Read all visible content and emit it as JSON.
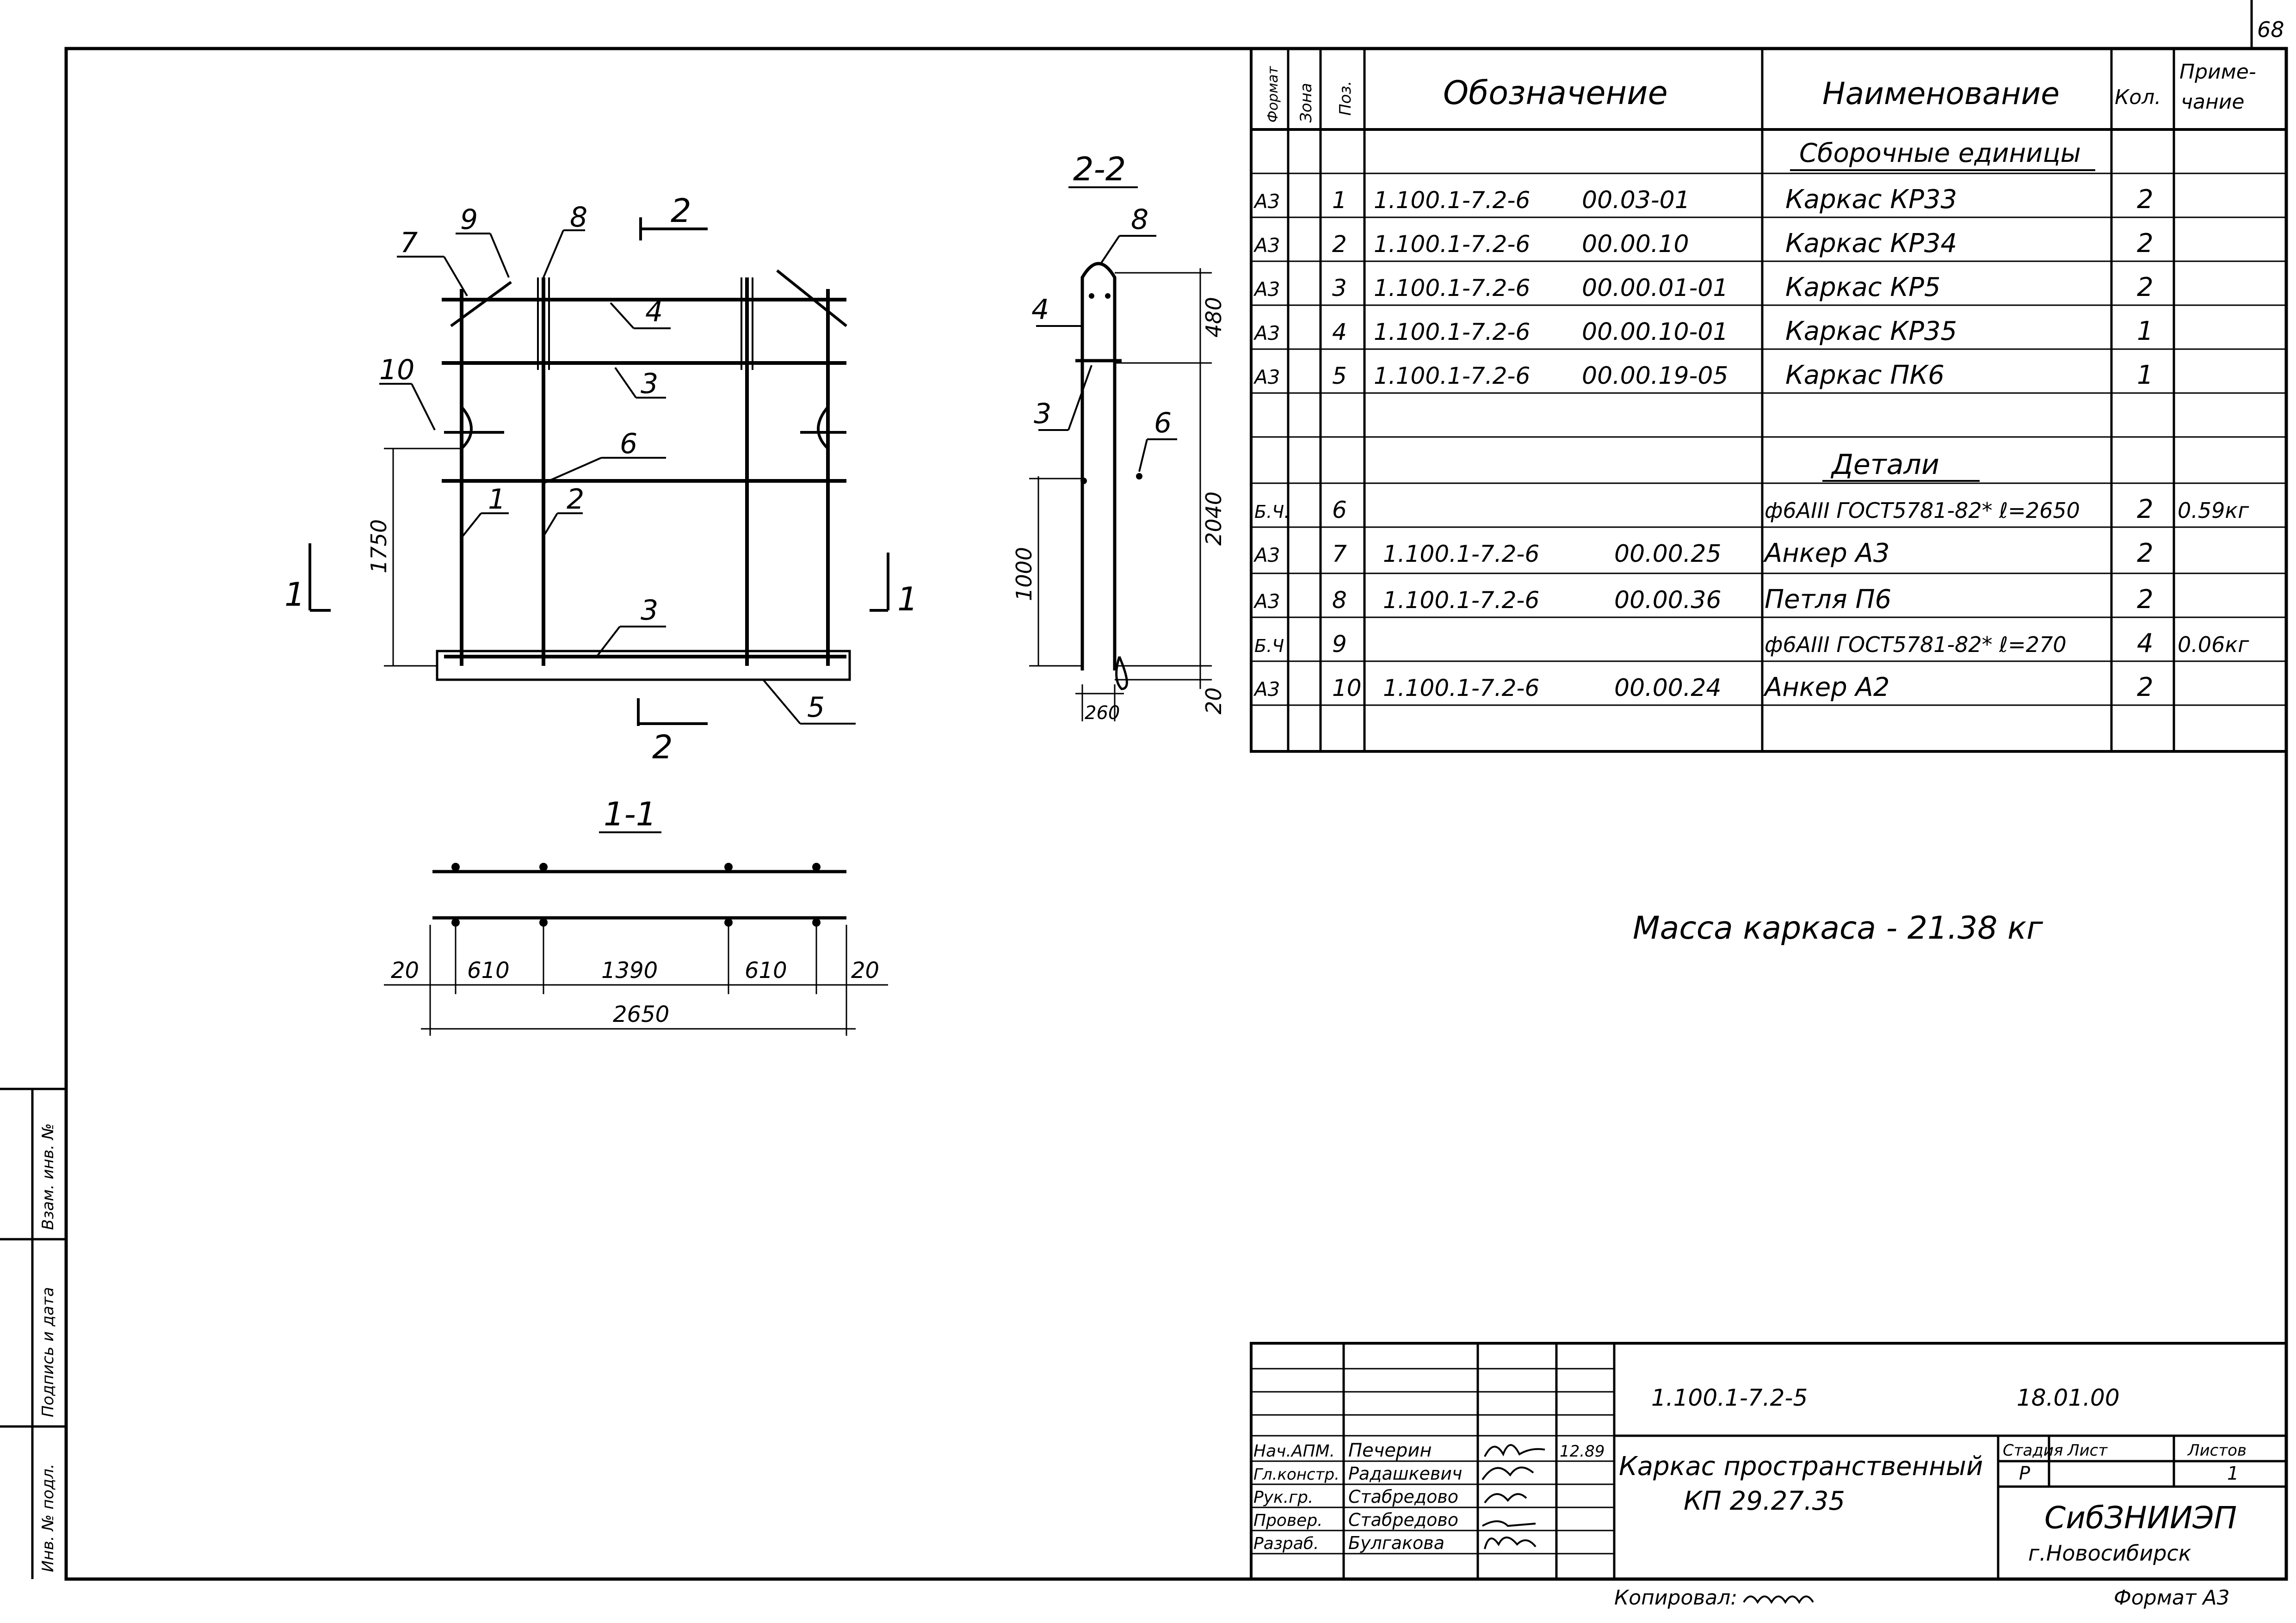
{
  "sheet_number": "68",
  "spec_table": {
    "headers": {
      "format": "Формат",
      "zone": "Зона",
      "pos": "Поз.",
      "designation": "Обозначение",
      "name": "Наименование",
      "qty": "Кол.",
      "note_line1": "Приме-",
      "note_line2": "чание"
    },
    "section_assembly": "Сборочные единицы",
    "section_details": "Детали",
    "rows": [
      {
        "format": "A3",
        "pos": "1",
        "des_a": "1.100.1-7.2-6",
        "des_b": "00.03-01",
        "name": "Каркас КР33",
        "qty": "2",
        "note": ""
      },
      {
        "format": "A3",
        "pos": "2",
        "des_a": "1.100.1-7.2-6",
        "des_b": "00.00.10",
        "name": "Каркас КР34",
        "qty": "2",
        "note": ""
      },
      {
        "format": "A3",
        "pos": "3",
        "des_a": "1.100.1-7.2-6",
        "des_b": "00.00.01-01",
        "name": "Каркас КР5",
        "qty": "2",
        "note": ""
      },
      {
        "format": "A3",
        "pos": "4",
        "des_a": "1.100.1-7.2-6",
        "des_b": "00.00.10-01",
        "name": "Каркас КР35",
        "qty": "1",
        "note": ""
      },
      {
        "format": "A3",
        "pos": "5",
        "des_a": "1.100.1-7.2-6",
        "des_b": "00.00.19-05",
        "name": "Каркас ПК6",
        "qty": "1",
        "note": ""
      },
      {
        "format": "Б.Ч.",
        "pos": "6",
        "des_a": "",
        "des_b": "",
        "name": "ф6АIII ГОСТ5781-82* ℓ=2650",
        "qty": "2",
        "note": "0.59кг"
      },
      {
        "format": "A3",
        "pos": "7",
        "des_a": "1.100.1-7.2-6",
        "des_b": "00.00.25",
        "name": "Анкер А3",
        "qty": "2",
        "note": ""
      },
      {
        "format": "A3",
        "pos": "8",
        "des_a": "1.100.1-7.2-6",
        "des_b": "00.00.36",
        "name": "Петля П6",
        "qty": "2",
        "note": ""
      },
      {
        "format": "Б.Ч",
        "pos": "9",
        "des_a": "",
        "des_b": "",
        "name": "ф6АIII ГОСТ5781-82* ℓ=270",
        "qty": "4",
        "note": "0.06кг"
      },
      {
        "format": "A3",
        "pos": "10",
        "des_a": "1.100.1-7.2-6",
        "des_b": "00.00.24",
        "name": "Анкер А2",
        "qty": "2",
        "note": ""
      }
    ]
  },
  "mass_note": "Масса каркаса - 21.38 кг",
  "drawing": {
    "view_labels": {
      "section_2_2": "2-2",
      "section_1_1": "1-1",
      "cut_1": "1",
      "cut_2": "2"
    },
    "callouts": [
      "1",
      "2",
      "3",
      "4",
      "5",
      "6",
      "7",
      "8",
      "9",
      "10"
    ],
    "dims_front": {
      "height_1750": "1750"
    },
    "dims_side": {
      "d480": "480",
      "d2040": "2040",
      "d1000": "1000",
      "d260": "260",
      "d20": "20"
    },
    "dims_plan": {
      "d20a": "20",
      "d610a": "610",
      "d1390": "1390",
      "d610b": "610",
      "d20b": "20",
      "d2650": "2650"
    }
  },
  "left_stamp": {
    "inv_orig": "Инв. № подл.",
    "sign_date": "Подпись и дата",
    "replace_inv": "Взам. инв. №"
  },
  "title_block": {
    "code": "1.100.1-7.2-5",
    "date_code": "18.01.00",
    "title_line1": "Каркас пространственный",
    "title_line2": "КП 29.27.35",
    "stage_label": "Стадия",
    "sheet_label": "Лист",
    "sheets_label": "Листов",
    "stage_value": "Р",
    "sheet_value": "",
    "sheets_value": "1",
    "org_line1": "СибЗНИИЭП",
    "org_line2": "г.Новосибирск",
    "date_signed": "12.89",
    "people": [
      {
        "role": "Нач.АПМ.",
        "name": "Печерин"
      },
      {
        "role": "Гл.констр.",
        "name": "Радашкевич"
      },
      {
        "role": "Рук.гр.",
        "name": "Стабредово"
      },
      {
        "role": "Провер.",
        "name": "Стабредово"
      },
      {
        "role": "Разраб.",
        "name": "Булгакова"
      }
    ]
  },
  "footer": {
    "copied_by": "Копировал:",
    "format": "Формат А3"
  }
}
